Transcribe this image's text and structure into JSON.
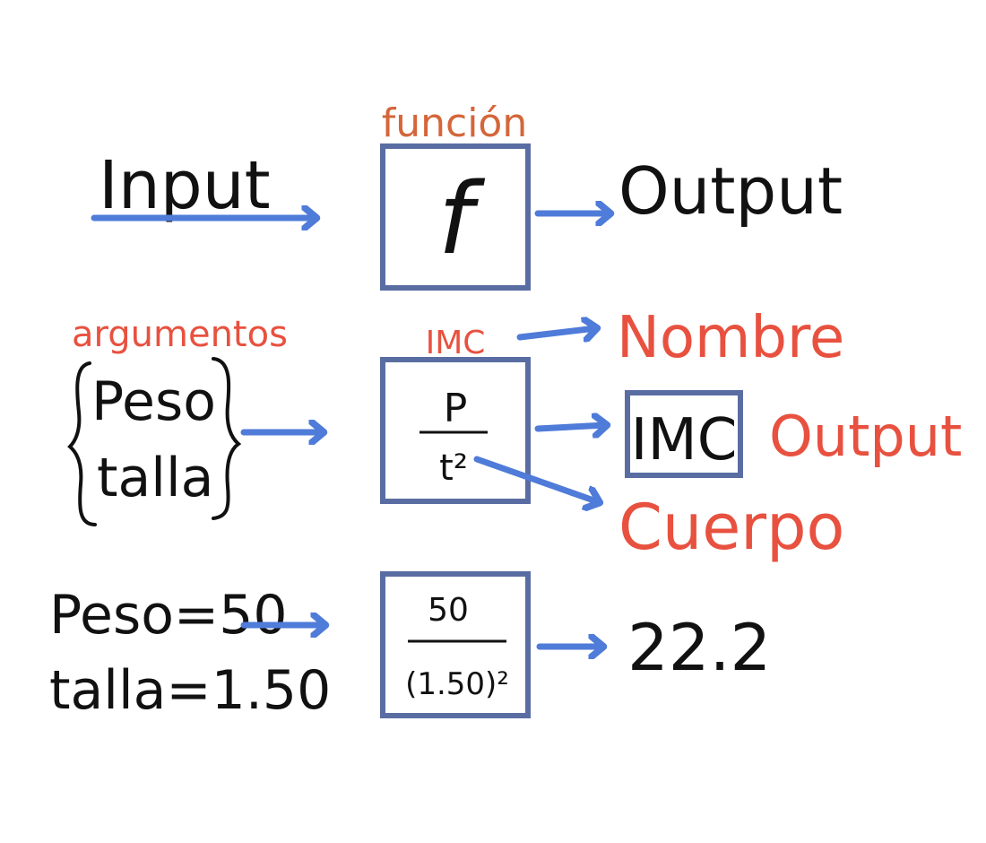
{
  "row1": {
    "input_label": "Input",
    "box_title": "función",
    "box_symbol": "f",
    "output_label": "Output"
  },
  "row2": {
    "args_title": "argumentos",
    "arg1": "Peso",
    "arg2": "talla",
    "box_title": "IMC",
    "numerator": "P",
    "denominator": "t²",
    "out_name": "Nombre",
    "out_imc": "IMC",
    "out_imc_note": "Output",
    "out_body": "Cuerpo"
  },
  "row3": {
    "peso": "Peso=50",
    "talla": "talla=1.50",
    "numerator": "50",
    "denominator": "(1.50)²",
    "result": "22.2"
  },
  "colors": {
    "arrow": "#4f7bd9",
    "box": "#5a6da3",
    "accent_red": "#e8513f",
    "accent_orange": "#d4663a",
    "ink": "#111111"
  }
}
